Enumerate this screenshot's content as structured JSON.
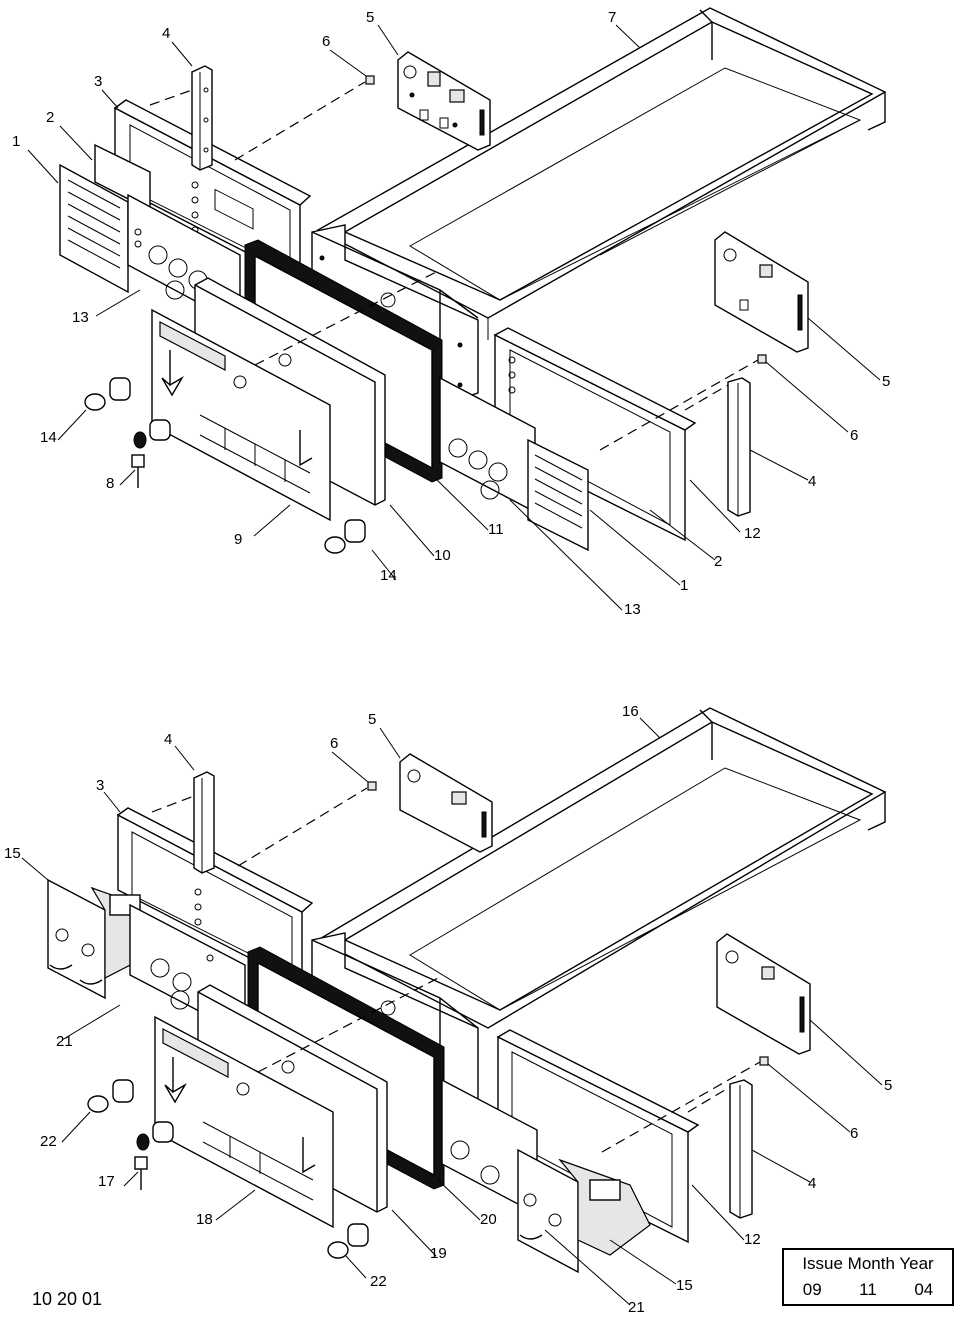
{
  "top_view": {
    "callouts": [
      "1",
      "2",
      "3",
      "4",
      "5",
      "6",
      "7",
      "13",
      "14",
      "8",
      "9",
      "10",
      "11",
      "14",
      "13",
      "1",
      "2",
      "12",
      "4",
      "6",
      "5"
    ]
  },
  "bottom_view": {
    "callouts": [
      "15",
      "3",
      "4",
      "6",
      "5",
      "16",
      "21",
      "22",
      "17",
      "18",
      "19",
      "20",
      "22",
      "21",
      "15",
      "12",
      "4",
      "6",
      "5"
    ]
  },
  "doc_code": "10 20 01",
  "issue": {
    "header": "Issue Month Year",
    "issue_no": "09",
    "month": "11",
    "year": "04"
  }
}
